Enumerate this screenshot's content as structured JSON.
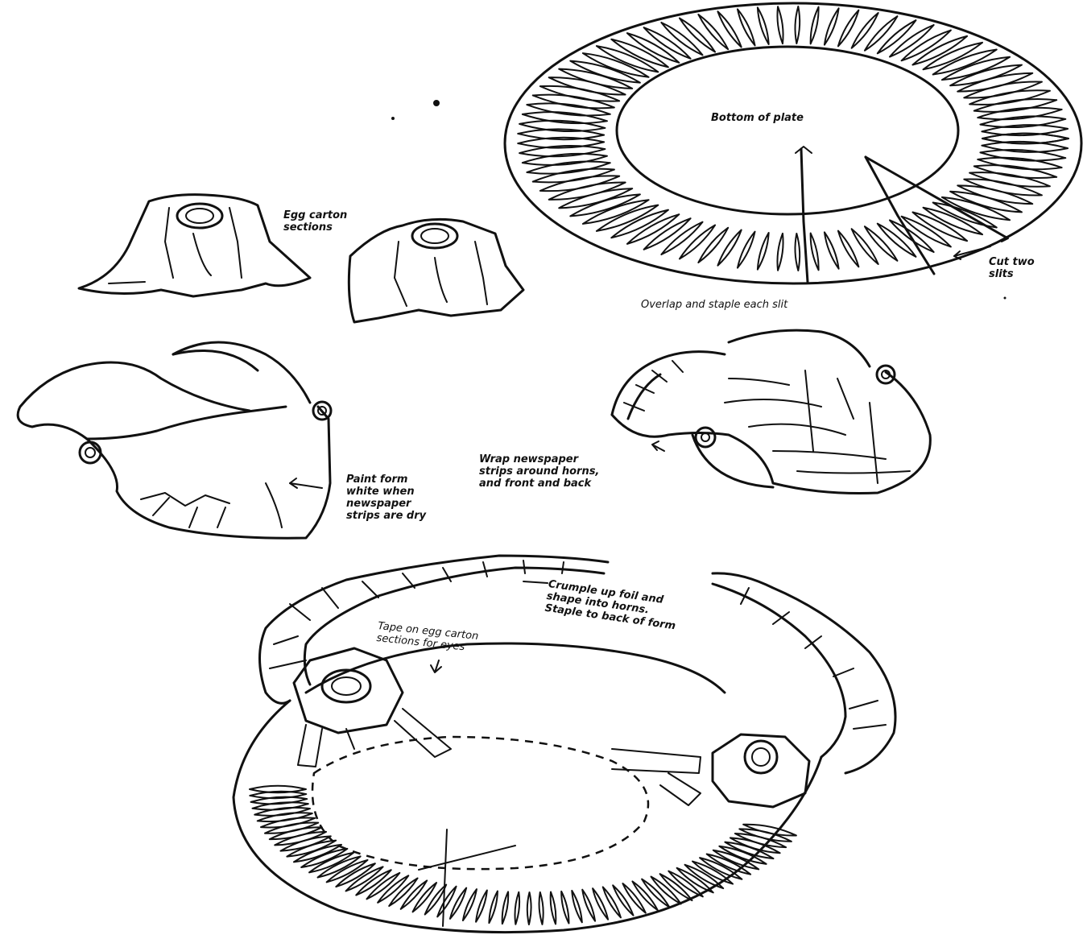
{
  "labels": {
    "bottom_of_plate": "Bottom of plate",
    "cut_two_slits": [
      "Cut two",
      "slits"
    ],
    "overlap_staple": "Overlap and staple each slit",
    "egg_carton_sections": [
      "Egg carton",
      "sections"
    ],
    "wrap_newspaper": [
      "Wrap newspaper",
      "strips around horns,",
      "and front and back"
    ],
    "paint_form": [
      "Paint form",
      "white when",
      "newspaper",
      "strips are dry"
    ],
    "crumple_foil": [
      "Crumple up foil and",
      "shape into horns.",
      "Staple to back of form"
    ],
    "tape_egg_carton": [
      "Tape on egg carton",
      "sections for eyes"
    ]
  }
}
